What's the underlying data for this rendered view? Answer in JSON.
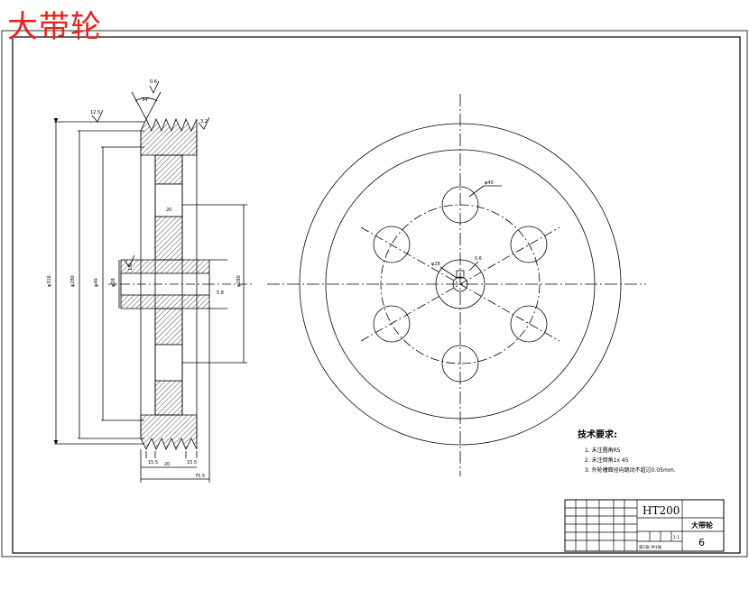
{
  "title": "大带轮",
  "technical_notes": {
    "heading": "技术要求:",
    "items": [
      "1. 未注圆角R5",
      "2. 未注倒角1x 45",
      "3. 外轮槽面径向跳动不超过0.05mm."
    ]
  },
  "title_block": {
    "material": "HT200",
    "part_name": "大带轮",
    "drawing_no": "6",
    "ratio": "1:1",
    "sheet": "第1张 共1张"
  },
  "dimensions": {
    "groove_angle": "34°",
    "bore_tolerance": "0.6",
    "keyway_pitch": "5.8",
    "web_thickness": "20",
    "hub_width": "75.5",
    "groove_pitch": "15.5",
    "overall_dia": "φ316",
    "hole_circle_dia": "φ280",
    "bore_dia": "φ28",
    "hub_dia": "φ40"
  },
  "surface_finish": {
    "rim_top": "12.5",
    "rim_right": "3.2",
    "bore": "1.6"
  },
  "colors": {
    "title_red": "#e8231f",
    "line": "#000000",
    "paper": "#ffffff"
  }
}
